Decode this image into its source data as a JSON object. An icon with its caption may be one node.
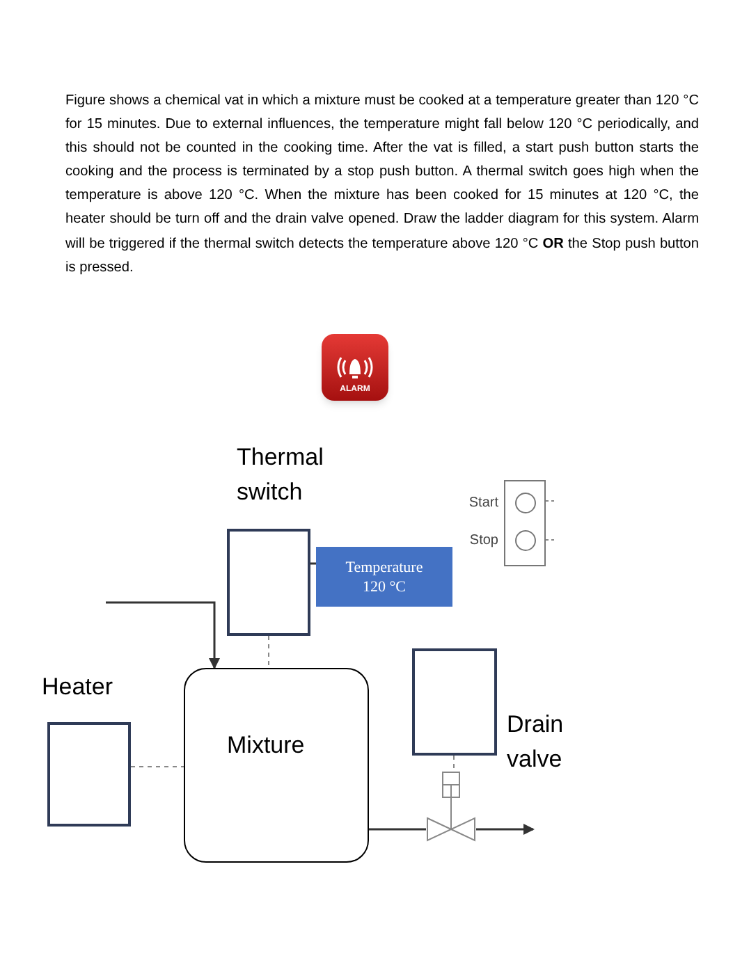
{
  "diagram": {
    "nodes": [
      {
        "text": [
          "ALARM"
        ]
      },
      {
        "text": [
          "Thermal switch"
        ]
      },
      {
        "text": [
          "Temperature 120 °C"
        ]
      },
      {
        "text": [],
        "shape": "box"
      },
      {
        "text": [],
        "shape": "circle",
        "in": 3,
        "beside": [
          "Start"
        ]
      },
      {
        "text": [],
        "shape": "circle",
        "in": 3,
        "beside": [
          "Stop"
        ]
      },
      {
        "text": [
          "Mixture"
        ]
      },
      {
        "text": [
          "Heater"
        ]
      },
      {
        "text": [
          "Drain valve"
        ]
      },
      {
        "text": [],
        "shape": "valve"
      }
    ],
    "edges": [
      {
        "from": null,
        "to": 6,
        "arrow": "to"
      },
      {
        "from": 1,
        "to": 6,
        "arrow": "none",
        "style": "dashed"
      },
      {
        "from": 1,
        "to": 2,
        "arrow": "none"
      },
      {
        "from": 7,
        "to": 6,
        "arrow": "none",
        "style": "dashed"
      },
      {
        "from": 8,
        "to": 9,
        "arrow": "none",
        "style": "dashed"
      },
      {
        "from": 6,
        "to": 9,
        "arrow": "none"
      },
      {
        "from": 9,
        "to": null,
        "arrow": "to"
      }
    ],
    "labels": [
      "Figure shows a chemical vat in which a mixture must be cooked at a temperature greater than 120 °C for 15 minutes. Due to external influences, the temperature might fall below 120 °C periodically, and this should not be counted in the cooking time. After the vat is filled, a start push button starts the cooking and the process is terminated by a stop push button. A thermal switch goes high when the temperature is above 120 °C. When the mixture has been cooked for 15 minutes at 120 °C, the heater should be turn off and the drain valve opened. Draw the ladder diagram for this system. Alarm will be triggered if the thermal switch detects the temperature above 120 °C **OR** the Stop push button is pressed."
    ]
  }
}
